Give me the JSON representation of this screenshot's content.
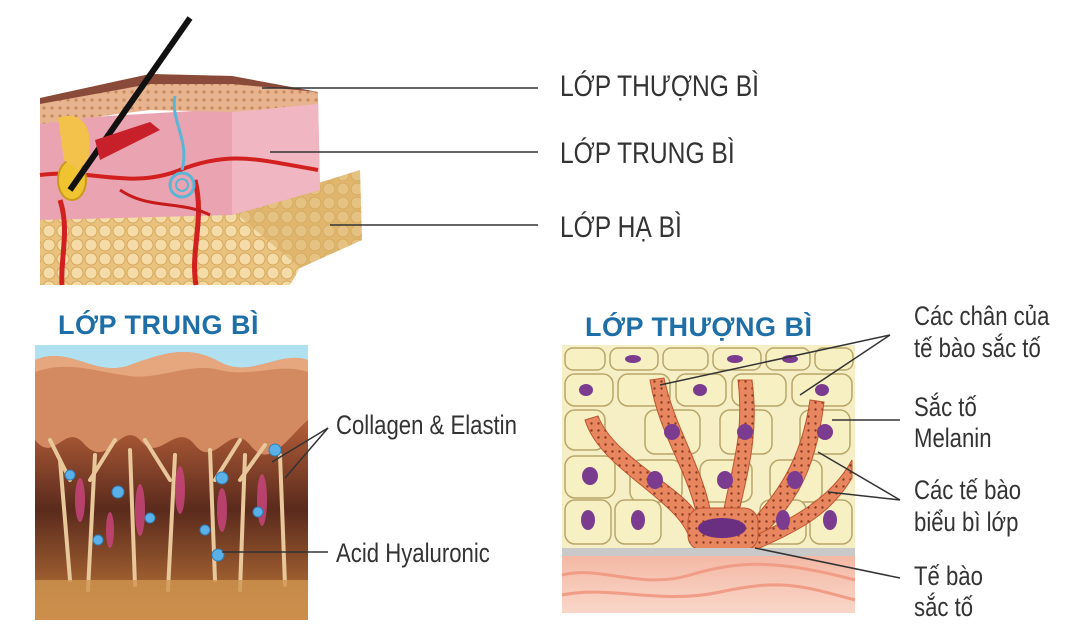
{
  "top_labels": {
    "epidermis": "LỚP THƯỢNG BÌ",
    "dermis": "LỚP TRUNG BÌ",
    "hypodermis": "LỚP HẠ BÌ"
  },
  "left_panel": {
    "title": "LỚP TRUNG BÌ",
    "collagen": "Collagen & Elastin",
    "hyaluronic": "Acid Hyaluronic"
  },
  "right_panel": {
    "title": "LỚP THƯỢNG BÌ",
    "dendrites_line1": "Các chân của",
    "dendrites_line2": "tế bào sắc tố",
    "melanin_line1": "Sắc tố",
    "melanin_line2": "Melanin",
    "keratinocytes_line1": "Các tế bào",
    "keratinocytes_line2": "biểu bì lớp",
    "melanocyte_line1": "Tế bào",
    "melanocyte_line2": "sắc tố"
  },
  "colors": {
    "title_blue": "#1e6fa8",
    "fat_yellow": "#e9c583",
    "dermis_pink": "#e9a9b4",
    "vessel_red": "#d21f1f",
    "cell_nucleus": "#7b3c8f"
  }
}
